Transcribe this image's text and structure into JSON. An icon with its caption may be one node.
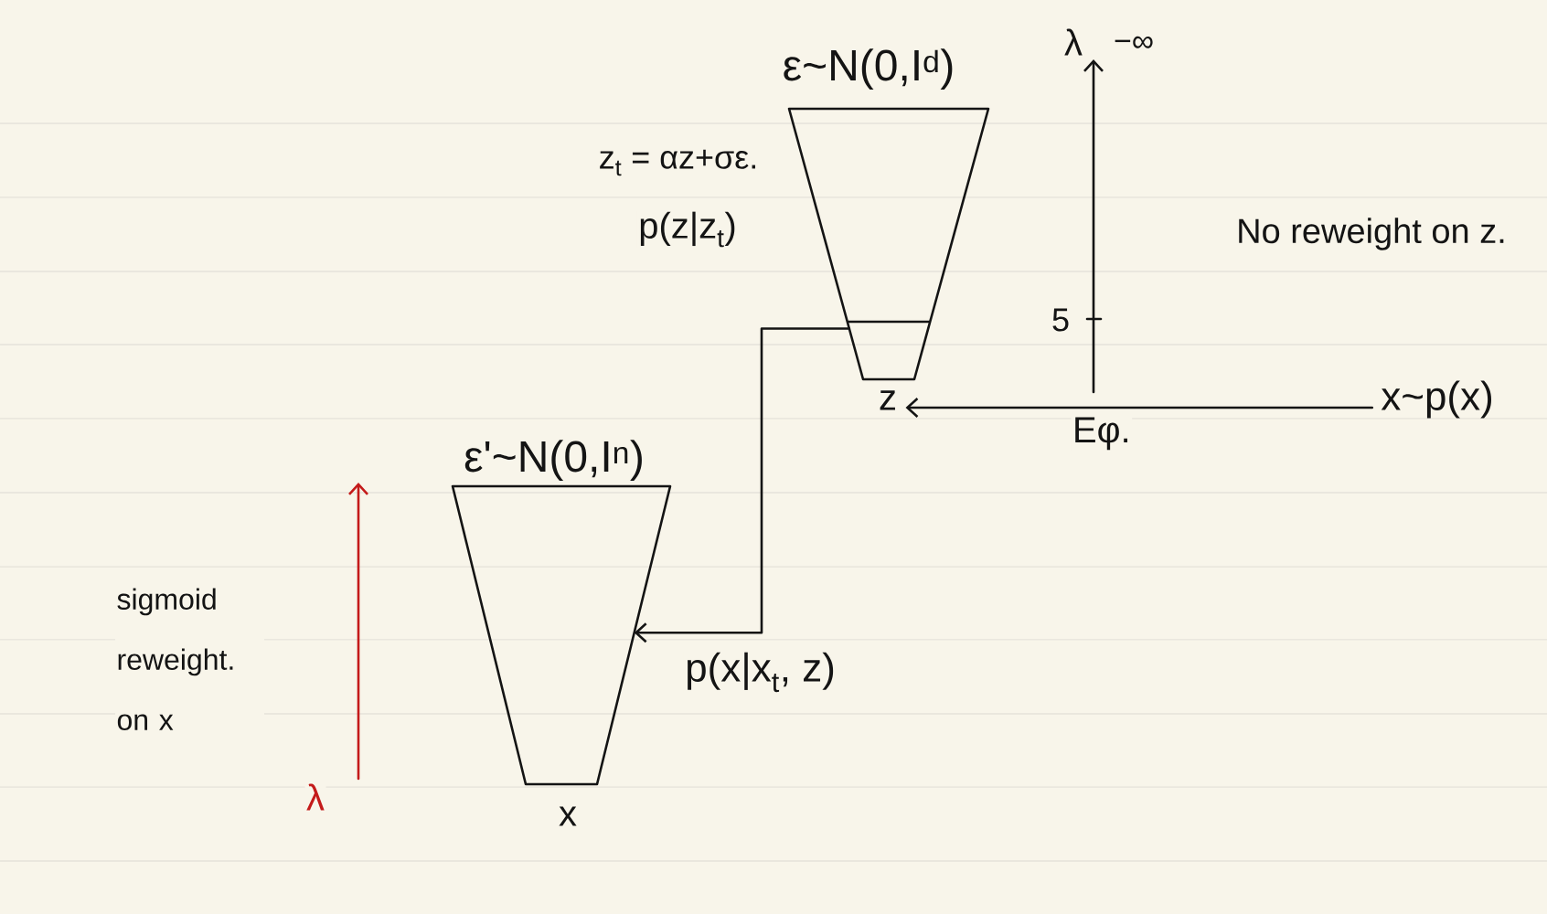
{
  "diagram": {
    "nodes": [
      {
        "text": [
          "ε~N(0,I$^{d}$)"
        ],
        "beside": [
          "z$_{t}$ = αz+σε.",
          "p(z|z$_{t}$)"
        ]
      },
      {
        "text": [
          "z"
        ]
      },
      {
        "text": [
          "x~p(x)"
        ]
      },
      {
        "text": [
          "ε'~N(0,I$^{n}$)"
        ],
        "beside": [
          "x"
        ]
      }
    ],
    "edges": [
      {
        "from": 2,
        "to": 1,
        "arrow": "to",
        "label": "Eφ."
      },
      {
        "from": 0,
        "to": 3,
        "arrow": "to",
        "label": "p(x|x$_{t}$, z)"
      }
    ],
    "labels": [
      "λ",
      "−∞",
      "No reweight on z.",
      "5",
      "sigmoid reweight. on x",
      "λ"
    ]
  }
}
